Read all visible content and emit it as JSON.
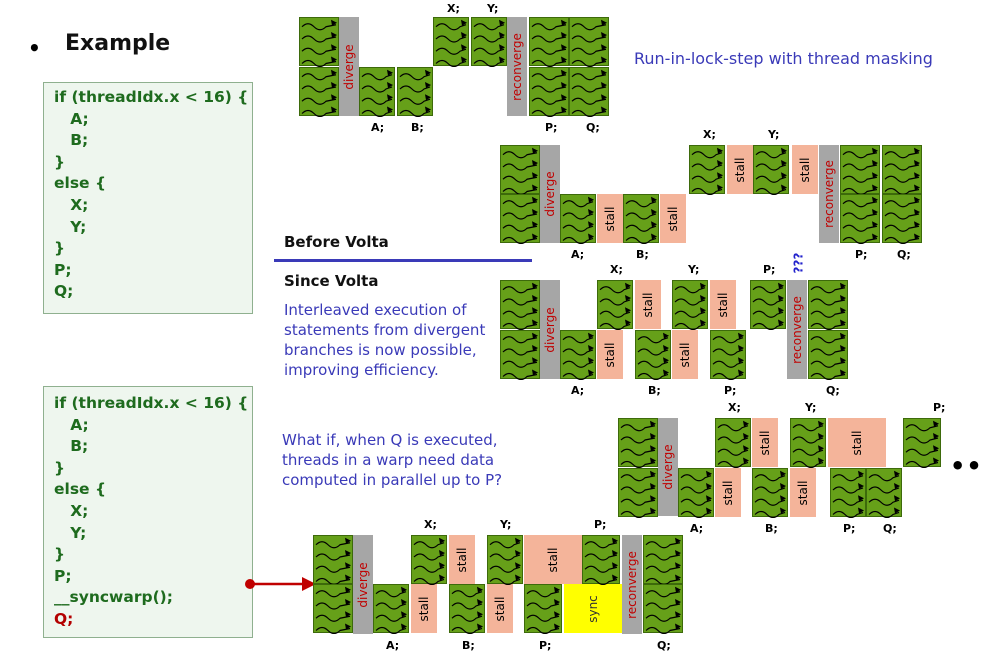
{
  "slide": {
    "bullet": "•",
    "heading": "Example"
  },
  "code_top": [
    "if (threadIdx.x < 16) {",
    "   A;",
    "   B;",
    "}",
    "else {",
    "   X;",
    "   Y;",
    "}",
    "P;",
    "Q;"
  ],
  "code_bottom": [
    "if (threadIdx.x < 16) {",
    "   A;",
    "   B;",
    "}",
    "else {",
    "   X;",
    "   Y;",
    "}",
    "P;",
    "__syncwarp();",
    "Q;"
  ],
  "code_bottom_red_lines": [
    10
  ],
  "texts": {
    "lockstep": "Run-in-lock-step with thread masking",
    "before_volta": "Before Volta",
    "since_volta": "Since Volta",
    "interleaved": [
      "Interleaved execution of",
      "statements from divergent",
      "branches is now possible,",
      "improving efficiency."
    ],
    "what_if": [
      "What if, when Q is executed,",
      "threads in a warp need data",
      "computed in parallel up to P?"
    ],
    "qmarks": "???",
    "ellipsis": "•••"
  },
  "words": {
    "diverge": "diverge",
    "reconverge": "reconverge",
    "stall": "stall",
    "sync": "sync"
  },
  "labels": {
    "d1": [
      "X;",
      "Y;",
      "A;",
      "B;",
      "P;",
      "Q;"
    ],
    "d2": [
      "X;",
      "Y;",
      "A;",
      "B;",
      "P;",
      "Q;"
    ],
    "d3": [
      "X;",
      "Y;",
      "P;",
      "A;",
      "B;",
      "P;",
      "Q;"
    ],
    "d4": [
      "X;",
      "Y;",
      "P;",
      "A;",
      "B;",
      "P;",
      "Q;"
    ],
    "d5": [
      "X;",
      "Y;",
      "P;",
      "A;",
      "B;",
      "P;",
      "Q;"
    ]
  },
  "colors": {
    "green": "#66a019",
    "diverge_gray": "#a6a6a6",
    "stall_salmon": "#f4b49a",
    "sync_yellow": "#ffff00",
    "divergent_red": "#c00000",
    "text_blue": "#3a3ab8",
    "line_blue": "#3a3ab8"
  }
}
